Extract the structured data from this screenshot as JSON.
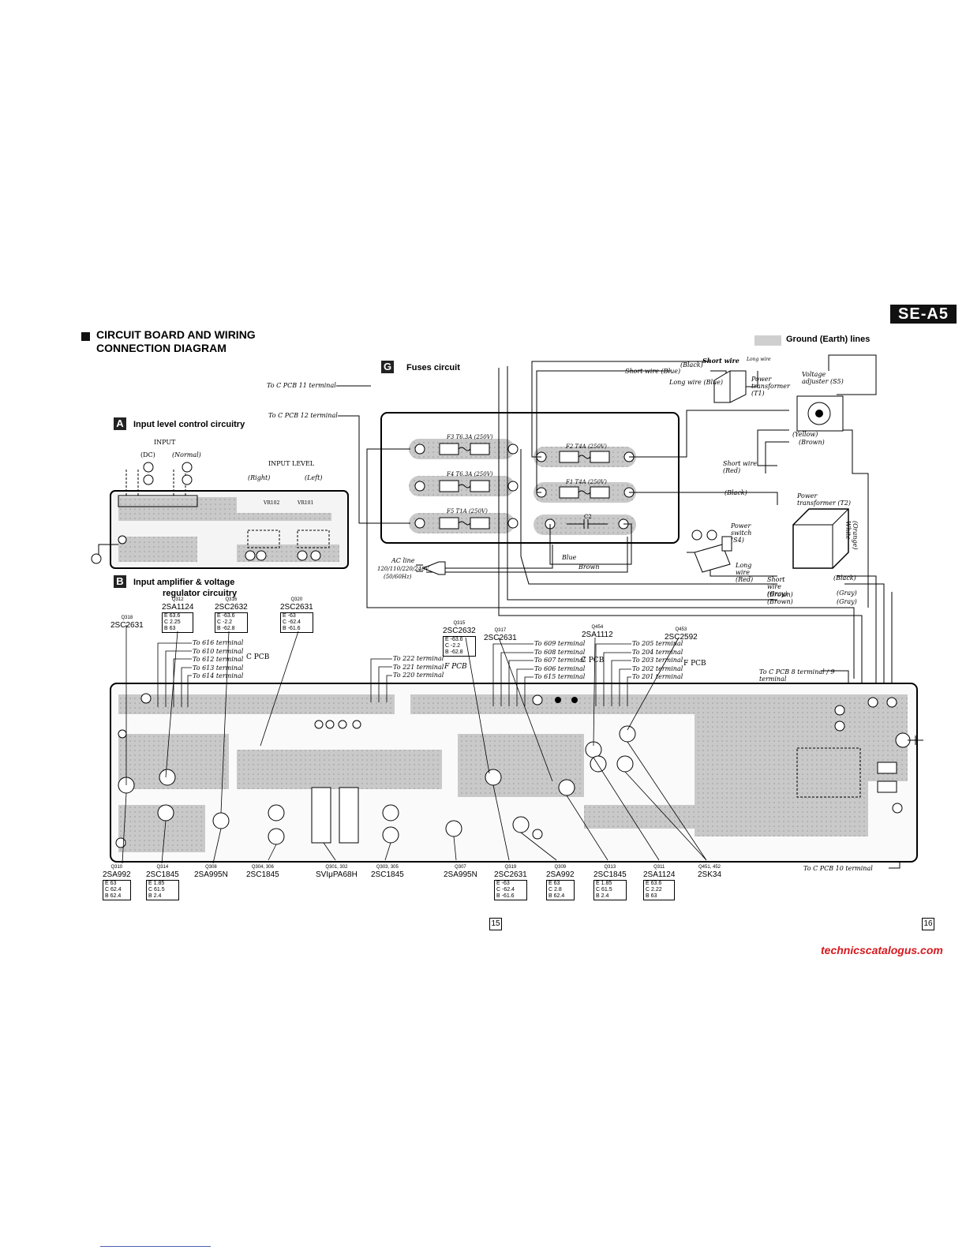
{
  "header": {
    "model_badge": "SE-A5",
    "title_line1": "CIRCUIT BOARD AND WIRING",
    "title_line2": "CONNECTION DIAGRAM",
    "ground_legend": "Ground (Earth) lines"
  },
  "sections": {
    "a": {
      "letter": "A",
      "label": "Input level control circuitry"
    },
    "b": {
      "letter": "B",
      "label": "Input amplifier & voltage",
      "label2": "regulator circuitry"
    },
    "g": {
      "letter": "G",
      "label": "Fuses circuit"
    }
  },
  "input_panel": {
    "input": "INPUT",
    "dc": "(DC)",
    "normal": "(Normal)",
    "input_level": "INPUT LEVEL",
    "right": "(Right)",
    "left": "(Left)",
    "vr102": "VR102",
    "vr101": "VR101"
  },
  "fuses": {
    "f3": "F3 T6.3A (250V)",
    "f4": "F4 T6.3A (250V)",
    "f5": "F5 T1A (250V)",
    "f2": "F2 T4A (250V)",
    "f1": "F1 T4A (250V)",
    "c2": "C2",
    "ac_line": "AC line",
    "ac_voltage": "120/110/220/240V",
    "ac_freq": "(50/60Hz)",
    "blue": "Blue",
    "brown": "Brown"
  },
  "wiring": {
    "to_c_pcb_11": "To C PCB 11 terminal",
    "to_c_pcb_12": "To C PCB 12 terminal",
    "black": "(Black)",
    "short_wire": "Short wire",
    "long_wire": "Long wire",
    "short_wire_blue": "Short wire (Blue)",
    "long_wire_blue": "Long wire (Blue)",
    "power_transformer_t1": "Power transformer (T1)",
    "voltage_adjuster": "Voltage adjuster (S5)",
    "yellow": "(Yellow)",
    "brown_w": "(Brown)",
    "short_wire_red": "Short wire (Red)",
    "black2": "(Black)",
    "power_transformer_t2": "Power transformer (T2)",
    "orange_white": "(Orange) White",
    "power_switch": "Power switch (S4)",
    "long_wire_red": "Long wire (Red)",
    "short_wire_gray": "Short wire (Gray)",
    "brown2": "(Brown)",
    "brown3": "(Brown)",
    "black3": "(Black)",
    "gray1": "(Gray)",
    "gray2": "(Gray)",
    "to_c_pcb_8_9": "To C PCB 8 terminal / 9 terminal",
    "to_c_pcb_10": "To C PCB 10 terminal"
  },
  "terminals": {
    "group1": [
      "To 616 terminal",
      "To 610 terminal",
      "To 612 terminal",
      "To 613 terminal",
      "To 614 terminal"
    ],
    "group1_pcb": "C PCB",
    "group2": [
      "To 222 terminal",
      "To 221 terminal",
      "To 220 terminal"
    ],
    "group2_pcb": "F PCB",
    "group3": [
      "To 609 terminal",
      "To 608 terminal",
      "To 607 terminal",
      "To 606 terminal",
      "To 615 terminal"
    ],
    "group3_pcb": "C PCB",
    "group4": [
      "To 205 terminal",
      "To 204 terminal",
      "To 203 terminal",
      "To 202 terminal",
      "To 201 terminal"
    ],
    "group4_pcb": "F PCB"
  },
  "transistors_top": [
    {
      "ref": "Q318",
      "type": "2SC2631"
    },
    {
      "ref": "Q312",
      "type": "2SA1124",
      "e": "63.6",
      "c": "2.25",
      "b": "63"
    },
    {
      "ref": "Q316",
      "type": "2SC2632",
      "e": "-63.6",
      "c": "-2.2",
      "b": "-62.8"
    },
    {
      "ref": "Q320",
      "type": "2SC2631",
      "e": "-63",
      "c": "-62.4",
      "b": "-61.6"
    },
    {
      "ref": "Q315",
      "type": "2SC2632",
      "e": "-63.6",
      "c": "-2.2",
      "b": "-62.8"
    },
    {
      "ref": "Q317",
      "type": "2SC2631"
    },
    {
      "ref": "Q454",
      "type": "2SA1112"
    },
    {
      "ref": "Q453",
      "type": "2SC2592"
    }
  ],
  "transistors_bottom": [
    {
      "ref": "Q310",
      "type": "2SA992",
      "e": "63",
      "c": "62.4",
      "b": "62.4"
    },
    {
      "ref": "Q314",
      "type": "2SC1845",
      "e": "1.85",
      "c": "61.5",
      "b": "2.4"
    },
    {
      "ref": "Q308",
      "type": "2SA995N"
    },
    {
      "ref": "Q304, 306",
      "type": "2SC1845"
    },
    {
      "ref": "Q301, 302",
      "type": "SVIμPA68H"
    },
    {
      "ref": "Q303, 305",
      "type": "2SC1845"
    },
    {
      "ref": "Q307",
      "type": "2SA995N"
    },
    {
      "ref": "Q319",
      "type": "2SC2631",
      "e": "-63",
      "c": "-62.4",
      "b": "-61.6"
    },
    {
      "ref": "Q309",
      "type": "2SA992",
      "e": "63",
      "c": "2.8",
      "b": "62.4"
    },
    {
      "ref": "Q313",
      "type": "2SC1845",
      "e": "1.85",
      "c": "61.5",
      "b": "2.4"
    },
    {
      "ref": "Q311",
      "type": "2SA1124",
      "e": "63.6",
      "c": "2.22",
      "b": "63"
    },
    {
      "ref": "Q451, 452",
      "type": "2SK34"
    }
  ],
  "pages": {
    "left": "15",
    "right": "16"
  },
  "watermark": "technicscatalogus.com"
}
